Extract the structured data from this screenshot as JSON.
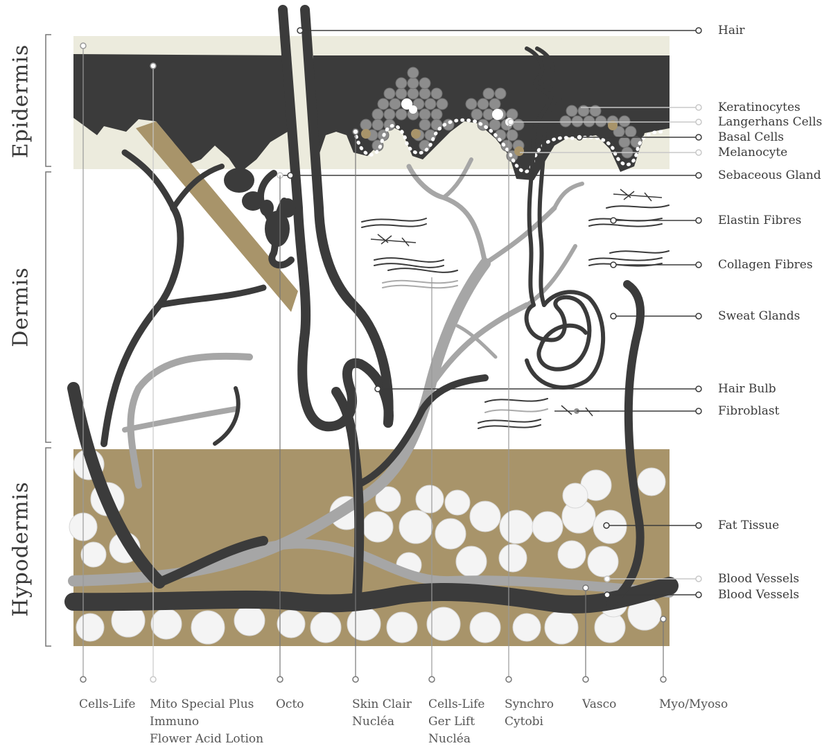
{
  "layers": {
    "epidermis": "Epidermis",
    "dermis": "Dermis",
    "hypodermis": "Hypodermis"
  },
  "structures": [
    {
      "id": "hair",
      "label": "Hair"
    },
    {
      "id": "keratinocytes",
      "label": "Keratinocytes"
    },
    {
      "id": "langerhans",
      "label": "Langerhans Cells"
    },
    {
      "id": "basal",
      "label": "Basal Cells"
    },
    {
      "id": "melanocyte",
      "label": "Melanocyte"
    },
    {
      "id": "sebaceous",
      "label": "Sebaceous Gland"
    },
    {
      "id": "elastin",
      "label": "Elastin Fibres"
    },
    {
      "id": "collagen",
      "label": "Collagen Fibres"
    },
    {
      "id": "sweat",
      "label": "Sweat Glands"
    },
    {
      "id": "hairbulb",
      "label": "Hair Bulb"
    },
    {
      "id": "fibroblast",
      "label": "Fibroblast"
    },
    {
      "id": "fat",
      "label": "Fat Tissue"
    },
    {
      "id": "blood1",
      "label": "Blood Vessels"
    },
    {
      "id": "blood2",
      "label": "Blood Vessels"
    }
  ],
  "products": [
    {
      "id": "p1",
      "lines": [
        "Cells-Life"
      ]
    },
    {
      "id": "p2",
      "lines": [
        "Mito Special Plus",
        "Immuno",
        "Flower Acid Lotion"
      ]
    },
    {
      "id": "p3",
      "lines": [
        "Octo"
      ]
    },
    {
      "id": "p4",
      "lines": [
        "Skin Clair",
        "Nucléa"
      ]
    },
    {
      "id": "p5",
      "lines": [
        "Cells-Life",
        "Ger Lift",
        "Nucléa"
      ]
    },
    {
      "id": "p6",
      "lines": [
        "Synchro",
        "Cytobi"
      ]
    },
    {
      "id": "p7",
      "lines": [
        "Vasco"
      ]
    },
    {
      "id": "p8",
      "lines": [
        "Myo/Myoso"
      ]
    }
  ],
  "colors": {
    "dark": "#3b3b3b",
    "tan": "#a8946a",
    "grey_vessel": "#a6a6a6",
    "cream": "#ecebdd",
    "cell_grey": "#8a8a8a",
    "fat_cell": "#f4f4f4",
    "light_line": "#c8c8c8"
  },
  "icons": {
    "callout_marker": "open-circle-marker",
    "bottom_marker": "open-circle-marker"
  }
}
